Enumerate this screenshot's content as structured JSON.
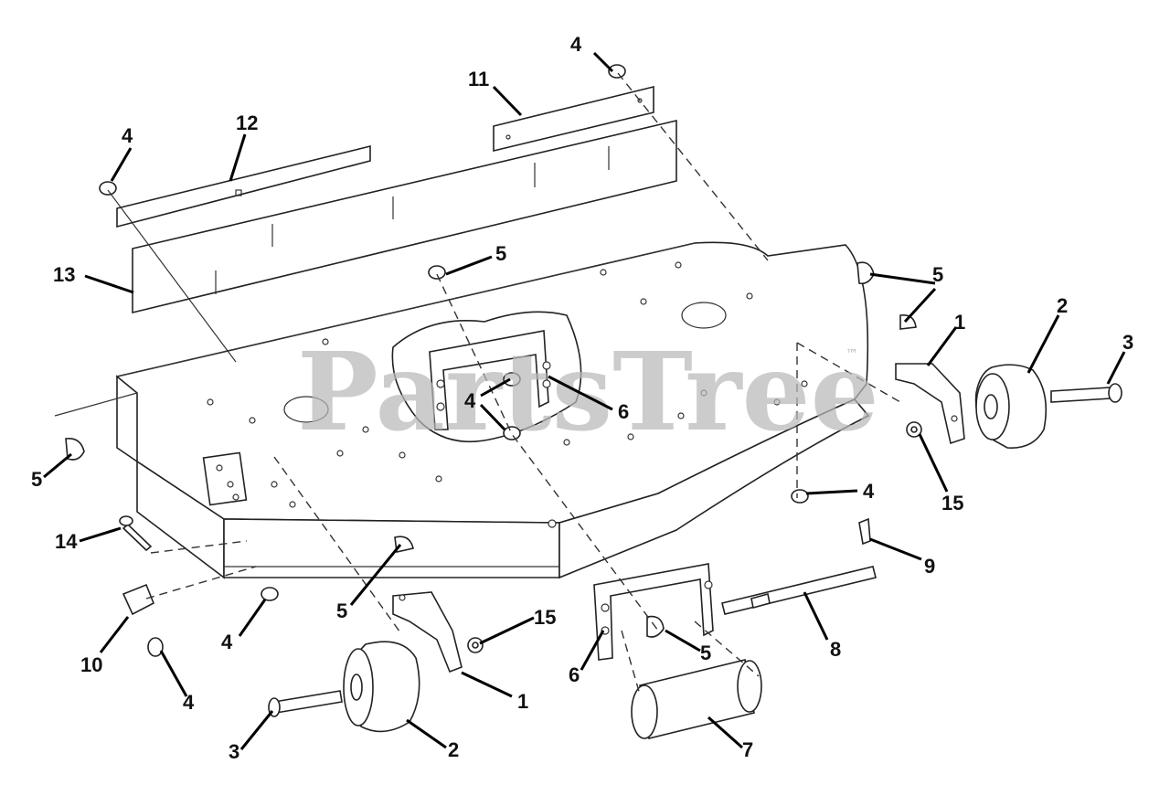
{
  "watermark": {
    "text": "PartsTree",
    "trademark": "™"
  },
  "callouts": [
    {
      "label": "4"
    },
    {
      "label": "11"
    },
    {
      "label": "12"
    },
    {
      "label": "4"
    },
    {
      "label": "13"
    },
    {
      "label": "5"
    },
    {
      "label": "5"
    },
    {
      "label": "1"
    },
    {
      "label": "2"
    },
    {
      "label": "3"
    },
    {
      "label": "4"
    },
    {
      "label": "6"
    },
    {
      "label": "5"
    },
    {
      "label": "15"
    },
    {
      "label": "4"
    },
    {
      "label": "14"
    },
    {
      "label": "9"
    },
    {
      "label": "5"
    },
    {
      "label": "15"
    },
    {
      "label": "8"
    },
    {
      "label": "4"
    },
    {
      "label": "10"
    },
    {
      "label": "1"
    },
    {
      "label": "6"
    },
    {
      "label": "5"
    },
    {
      "label": "4"
    },
    {
      "label": "3"
    },
    {
      "label": "2"
    },
    {
      "label": "7"
    }
  ],
  "parts": [
    {
      "name": "mower-deck"
    },
    {
      "name": "baffle-12"
    },
    {
      "name": "baffle-13"
    },
    {
      "name": "plate-11"
    },
    {
      "name": "bracket-6-upper"
    },
    {
      "name": "bracket-6-lower"
    },
    {
      "name": "wheel-bracket-1-right"
    },
    {
      "name": "wheel-bracket-1-left"
    },
    {
      "name": "wheel-2-right"
    },
    {
      "name": "wheel-2-left"
    },
    {
      "name": "bolt-3-right"
    },
    {
      "name": "bolt-3-left"
    },
    {
      "name": "roller-7"
    },
    {
      "name": "shaft-8"
    },
    {
      "name": "clip-9"
    },
    {
      "name": "bracket-10"
    },
    {
      "name": "bolt-14"
    }
  ]
}
